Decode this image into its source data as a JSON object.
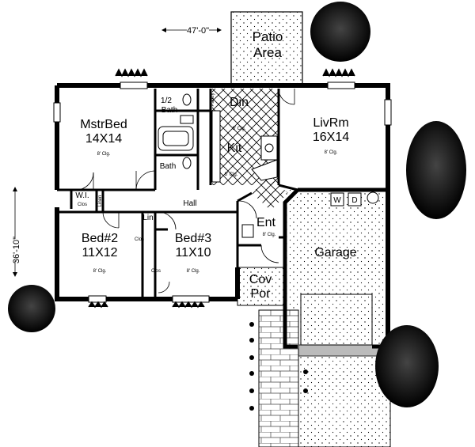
{
  "dimensions": {
    "width": "47'-0\"",
    "depth": "36'-10\""
  },
  "rooms": {
    "patio": {
      "line1": "Patio",
      "line2": "Area"
    },
    "master": {
      "name": "MstrBed",
      "size": "14X14",
      "ceiling": "8' Clg."
    },
    "half_bath": {
      "line1": "1/2",
      "line2": "Bath"
    },
    "pantry": "Pantry",
    "bath": "Bath",
    "din": {
      "name": "Din",
      "ceiling": "8' Clg."
    },
    "kit": {
      "name": "Kit",
      "ceiling": "8' Clg."
    },
    "livrm": {
      "name": "LivRm",
      "size": "16X14",
      "ceiling": "8' Clg."
    },
    "wi_clos": {
      "line1": "W.I.",
      "line2": "Clos"
    },
    "linen": "Linen",
    "hall": "Hall",
    "lin": "Lin",
    "ent": {
      "name": "Ent",
      "ceiling": "8' Clg."
    },
    "bed2": {
      "name": "Bed#2",
      "size": "11X12",
      "ceiling": "8' Clg."
    },
    "bed3": {
      "name": "Bed#3",
      "size": "11X10",
      "ceiling": "8' Clg."
    },
    "clos_a": "Clos",
    "clos_b": "Clos",
    "garage": "Garage",
    "cov_por": {
      "line1": "Cov",
      "line2": "Por"
    },
    "washer": "W",
    "dryer": "D"
  }
}
